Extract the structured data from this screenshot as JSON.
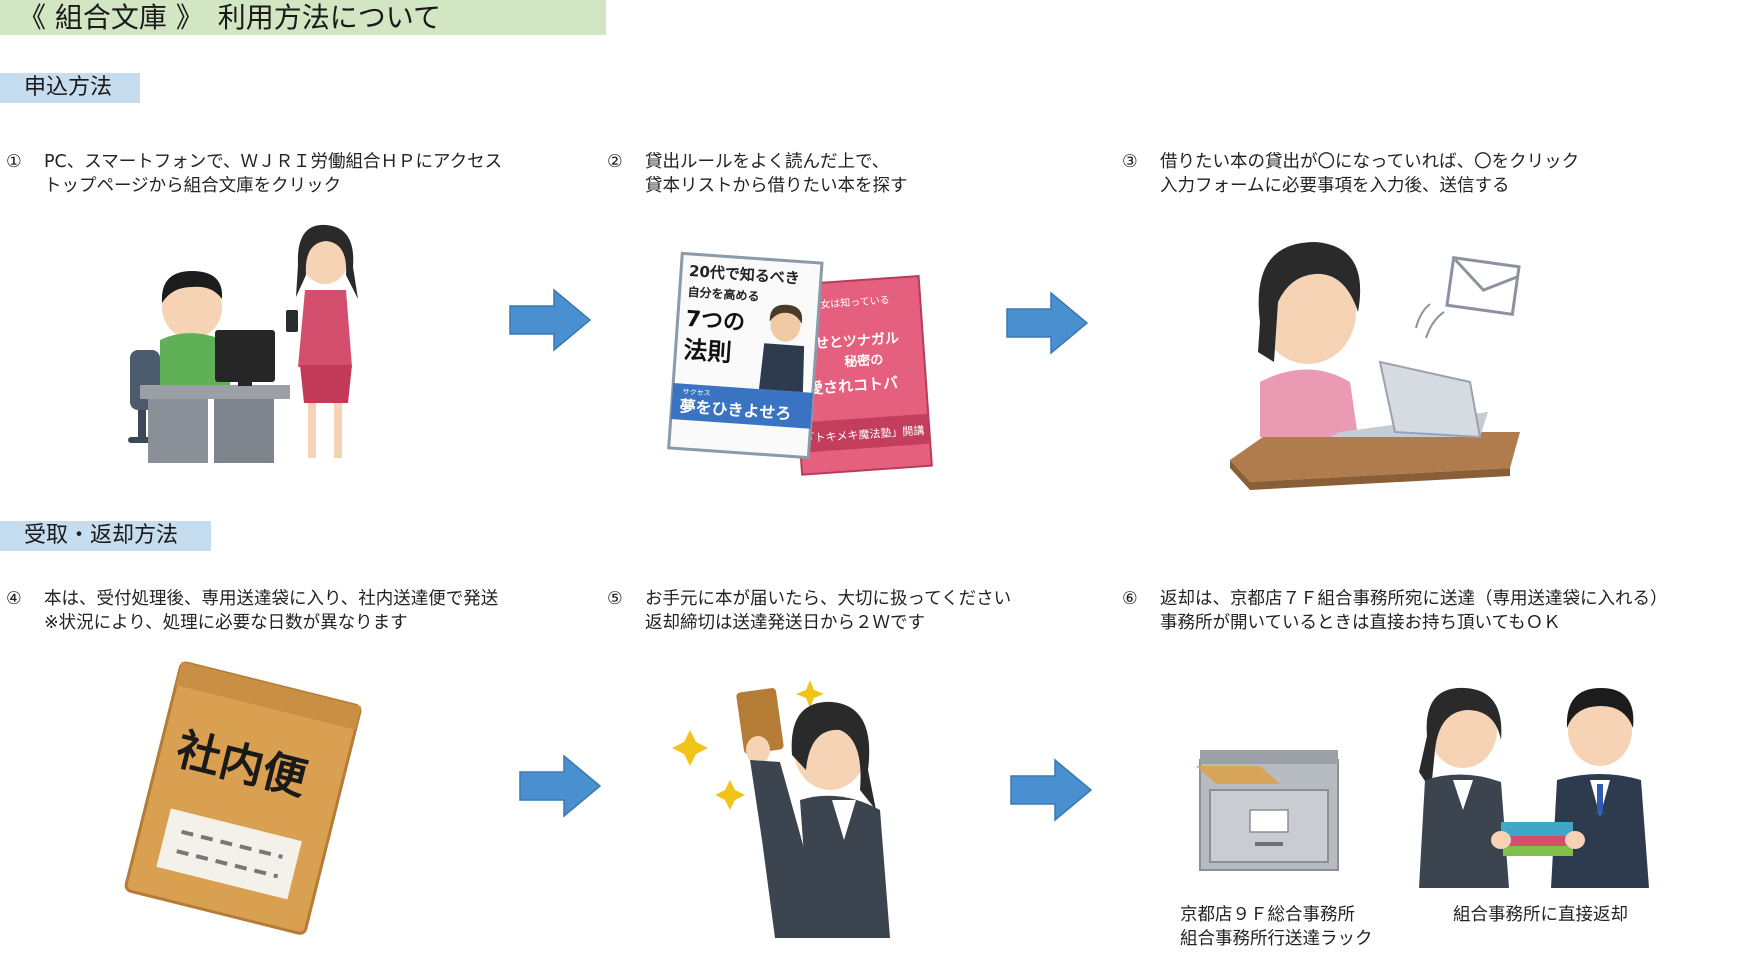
{
  "title": "《 組合文庫 》　利用方法について",
  "sections": {
    "apply": "申込方法",
    "receive": "受取・返却方法"
  },
  "steps": [
    {
      "num": "①",
      "line1": "PC、スマートフォンで、ＷＪＲＩ労働組合ＨＰにアクセス",
      "line2": "トップページから組合文庫をクリック"
    },
    {
      "num": "②",
      "line1": "貸出ルールをよく読んだ上で、",
      "line2": "貸本リストから借りたい本を探す"
    },
    {
      "num": "③",
      "line1": "借りたい本の貸出が〇になっていれば、〇をクリック",
      "line2": "入力フォームに必要事項を入力後、送信する"
    },
    {
      "num": "④",
      "line1": "本は、受付処理後、専用送達袋に入り、社内送達便で発送",
      "line2": "※状況により、処理に必要な日数が異なります"
    },
    {
      "num": "⑤",
      "line1": "お手元に本が届いたら、大切に扱ってください",
      "line2": "返却締切は送達発送日から２Ｗです"
    },
    {
      "num": "⑥",
      "line1": "返却は、京都店７Ｆ組合事務所宛に送達（専用送達袋に入れる）",
      "line2": "事務所が開いているときは直接お持ち頂いてもＯＫ"
    }
  ],
  "book1": {
    "top": "20代で知るべき",
    "line2": "自分を高める",
    "big": "7つの",
    "big2": "法則",
    "band_small": "サクセス",
    "band": "夢をひきよせろ"
  },
  "book2": {
    "top": "賢い女は知っている",
    "line1": "幸せとツナガル",
    "line2": "秘密の",
    "line3": "愛されコトバ",
    "band": "「トキメキ魔法塾」開講"
  },
  "envelope_label": "社内便",
  "captions": {
    "rack_line1": "京都店９Ｆ総合事務所",
    "rack_line2": "組合事務所行送達ラック",
    "direct": "組合事務所に直接返却"
  },
  "colors": {
    "title_bg": "#d3e6c4",
    "section_bg": "#c6dcef",
    "arrow": "#4a8fcf"
  }
}
